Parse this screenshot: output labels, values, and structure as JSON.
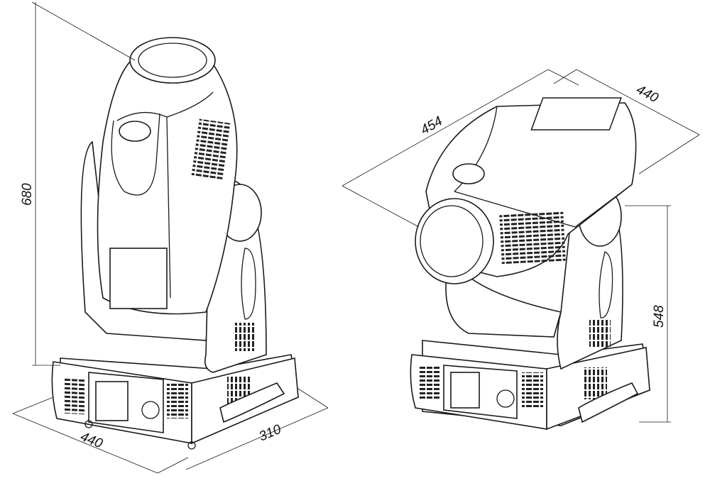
{
  "left_view": {
    "height_label": "680",
    "width_label": "440",
    "depth_label": "310"
  },
  "right_view": {
    "length_label": "454",
    "width_label": "440",
    "height_label": "548"
  },
  "colors": {
    "line": "#1a1a1a",
    "background": "#ffffff"
  }
}
